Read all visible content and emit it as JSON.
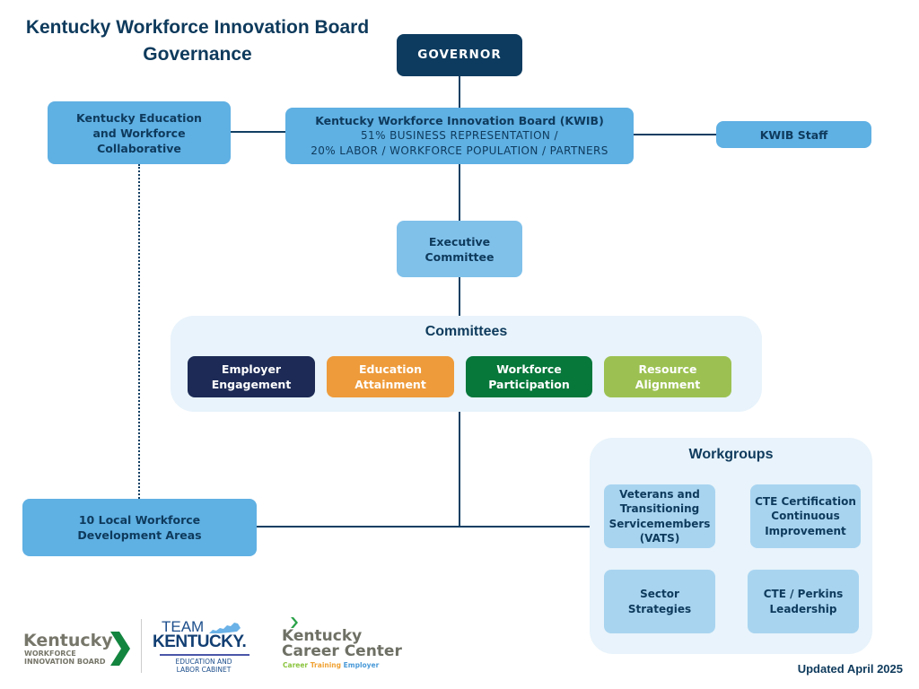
{
  "title": {
    "line1": "Kentucky Workforce Innovation Board",
    "line2": "Governance"
  },
  "nodes": {
    "governor": "GOVERNOR",
    "kwib": {
      "title": "Kentucky Workforce Innovation Board (KWIB)",
      "line2": "51% BUSINESS REPRESENTATION /",
      "line3": "20% LABOR / WORKFORCE POPULATION / PARTNERS"
    },
    "collaborative": [
      "Kentucky Education",
      "and Workforce",
      "Collaborative"
    ],
    "kwib_staff": "KWIB Staff",
    "executive_committee": [
      "Executive",
      "Committee"
    ],
    "local_areas": [
      "10 Local Workforce",
      "Development Areas"
    ]
  },
  "committees": {
    "heading": "Committees",
    "items": [
      {
        "line1": "Employer",
        "line2": "Engagement",
        "color": "#1c2a55"
      },
      {
        "line1": "Education",
        "line2": "Attainment",
        "color": "#ee9b3b"
      },
      {
        "line1": "Workforce",
        "line2": "Participation",
        "color": "#07773a"
      },
      {
        "line1": "Resource",
        "line2": "Alignment",
        "color": "#9cc152"
      }
    ]
  },
  "workgroups": {
    "heading": "Workgroups",
    "items": [
      {
        "lines": [
          "Veterans and",
          "Transitioning",
          "Servicemembers",
          "(VATS)"
        ]
      },
      {
        "lines": [
          "CTE Certification",
          "Continuous",
          "Improvement"
        ]
      },
      {
        "lines": [
          "Sector",
          "Strategies"
        ]
      },
      {
        "lines": [
          "CTE / Perkins",
          "Leadership"
        ]
      }
    ]
  },
  "logos": {
    "kwib": {
      "word": "Kentucky",
      "sub1": "WORKFORCE",
      "sub2": "INNOVATION BOARD"
    },
    "team_kentucky": {
      "top": "TEAM",
      "main": "KENTUCKY.",
      "sub1": "EDUCATION AND",
      "sub2": "LABOR CABINET"
    },
    "career_center": {
      "line1": "Kentucky",
      "line2": "Career Center",
      "tag1": "Career",
      "tag2": "Training",
      "tag3": "Employer"
    }
  },
  "footer": {
    "updated": "Updated April 2025"
  },
  "colors": {
    "navy": "#0d3b5f",
    "box_blue": "#5fb0e3",
    "panel_bg": "#e8f3fb",
    "connector": "#123f63"
  }
}
